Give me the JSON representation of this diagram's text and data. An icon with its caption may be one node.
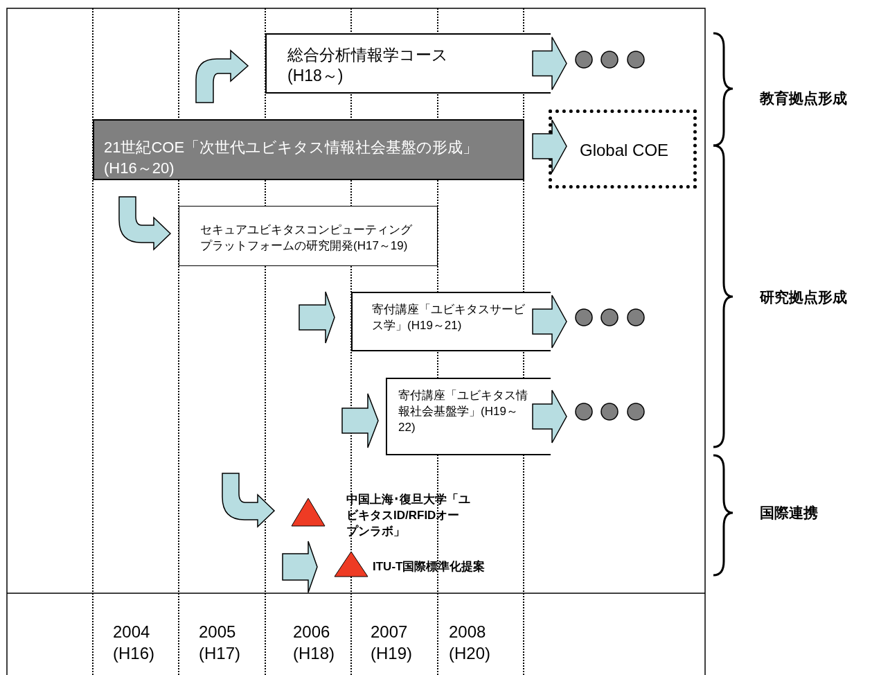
{
  "diagram": {
    "nodes": [
      {
        "text": [
          "総合分析情報学コース",
          "(H18～)"
        ]
      },
      {
        "text": [
          "21世紀COE「次世代ユビキタス情報社会基盤の形成」",
          "(H16～20)"
        ]
      },
      {
        "text": [
          "Global COE"
        ]
      },
      {
        "text": [
          "セキュアユビキタスコンピューティングプラットフォームの研究開発(H17～19)"
        ]
      },
      {
        "text": [
          "寄付講座「ユビキタスサービス学」(H19～21)"
        ]
      },
      {
        "text": [
          "寄付講座「ユビキタス情報社会基盤学」(H19～22)"
        ]
      },
      {
        "text": [],
        "shape": "triangle",
        "beside": [
          "中国上海･復旦大学「ユビキタスID/RFIDオープンラボ」"
        ]
      },
      {
        "text": [],
        "shape": "triangle",
        "beside": [
          "ITU-T国際標準化提案"
        ]
      }
    ],
    "edges": [
      {
        "from": null,
        "to": 0,
        "arrow": "to"
      },
      {
        "from": 0,
        "to": null,
        "arrow": "to"
      },
      {
        "from": 1,
        "to": 2,
        "arrow": "to"
      },
      {
        "from": 1,
        "to": 3,
        "arrow": "to"
      },
      {
        "from": null,
        "to": 4,
        "arrow": "to"
      },
      {
        "from": 4,
        "to": null,
        "arrow": "to"
      },
      {
        "from": null,
        "to": 5,
        "arrow": "to"
      },
      {
        "from": 5,
        "to": null,
        "arrow": "to"
      },
      {
        "from": null,
        "to": 6,
        "arrow": "to"
      },
      {
        "from": null,
        "to": 7,
        "arrow": "to"
      }
    ],
    "labels": [
      "教育拠点形成",
      "研究拠点形成",
      "国際連携",
      "2004",
      "(H16)",
      "2005",
      "(H17)",
      "2006",
      "(H18)",
      "2007",
      "(H19)",
      "2008",
      "(H20)"
    ]
  }
}
